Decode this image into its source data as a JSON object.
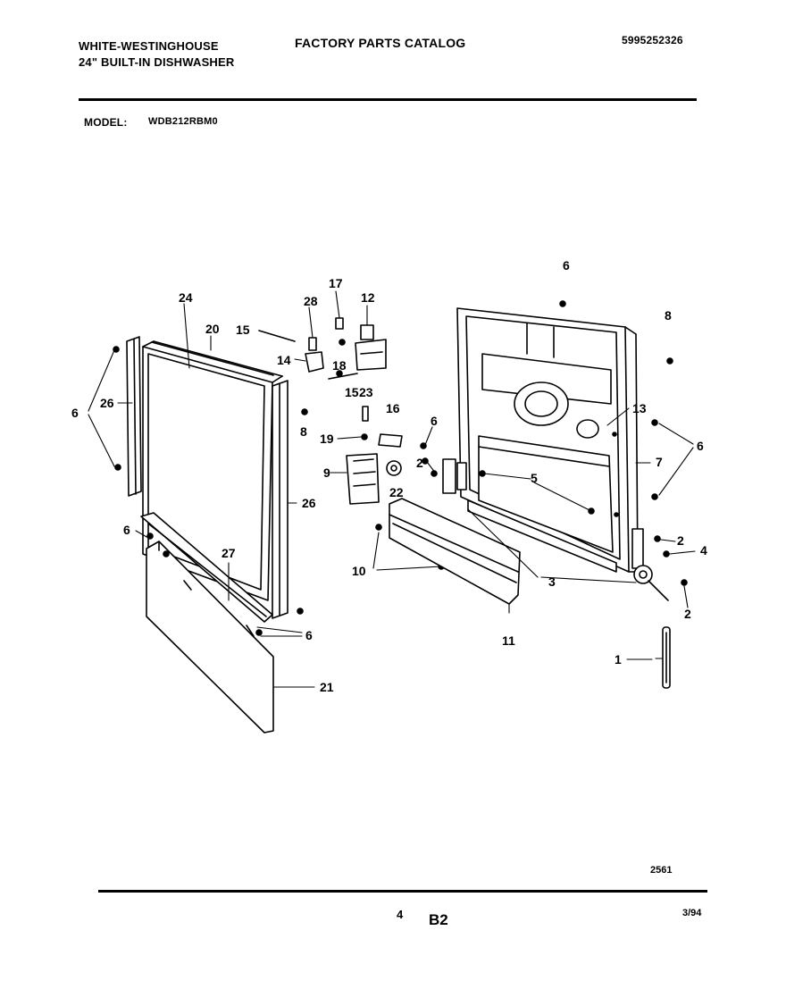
{
  "header": {
    "brand": "WHITE-WESTINGHOUSE",
    "product": "24\" BUILT-IN DISHWASHER",
    "catalog": "FACTORY PARTS CATALOG",
    "catalog_number": "5995252326",
    "model_label": "MODEL:",
    "model_value": "WDB212RBM0"
  },
  "footer": {
    "drawing_number": "2561",
    "page_number": "4",
    "section": "B2",
    "date": "3/94"
  },
  "callouts": [
    {
      "id": "c-24-door",
      "text": "24"
    },
    {
      "id": "c-20-door",
      "text": "20"
    },
    {
      "id": "c-15-top",
      "text": "15"
    },
    {
      "id": "c-28",
      "text": "28"
    },
    {
      "id": "c-17",
      "text": "17"
    },
    {
      "id": "c-12",
      "text": "12"
    },
    {
      "id": "c-14",
      "text": "14"
    },
    {
      "id": "c-18",
      "text": "18"
    },
    {
      "id": "c-23",
      "text": "23"
    },
    {
      "id": "c-15-mid",
      "text": "15"
    },
    {
      "id": "c-16",
      "text": "16"
    },
    {
      "id": "c-19",
      "text": "19"
    },
    {
      "id": "c-9",
      "text": "9"
    },
    {
      "id": "c-22",
      "text": "22"
    },
    {
      "id": "c-2-mid",
      "text": "2"
    },
    {
      "id": "c-6-mid",
      "text": "6"
    },
    {
      "id": "c-6-left",
      "text": "6"
    },
    {
      "id": "c-26-left",
      "text": "26"
    },
    {
      "id": "c-8-left",
      "text": "8"
    },
    {
      "id": "c-26-right",
      "text": "26"
    },
    {
      "id": "c-6-lower",
      "text": "6"
    },
    {
      "id": "c-27",
      "text": "27"
    },
    {
      "id": "c-6-bottom",
      "text": "6"
    },
    {
      "id": "c-21",
      "text": "21"
    },
    {
      "id": "c-10",
      "text": "10"
    },
    {
      "id": "c-11",
      "text": "11"
    },
    {
      "id": "c-6-top-right",
      "text": "6"
    },
    {
      "id": "c-8-right",
      "text": "8"
    },
    {
      "id": "c-13",
      "text": "13"
    },
    {
      "id": "c-6-right",
      "text": "6"
    },
    {
      "id": "c-7",
      "text": "7"
    },
    {
      "id": "c-5",
      "text": "5"
    },
    {
      "id": "c-3",
      "text": "3"
    },
    {
      "id": "c-2-right-upper",
      "text": "2"
    },
    {
      "id": "c-4",
      "text": "4"
    },
    {
      "id": "c-2-right-lower",
      "text": "2"
    },
    {
      "id": "c-1",
      "text": "1"
    }
  ]
}
